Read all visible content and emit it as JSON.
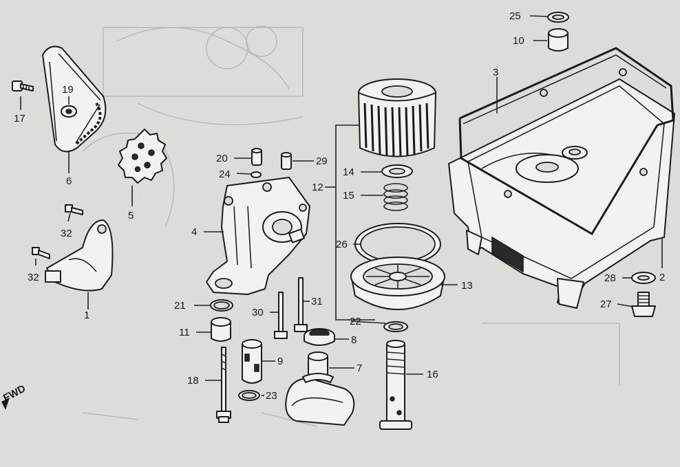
{
  "callouts": {
    "c1": "1",
    "c2": "2",
    "c3": "3",
    "c4": "4",
    "c5": "5",
    "c6": "6",
    "c7": "7",
    "c8": "8",
    "c9": "9",
    "c10": "10",
    "c11": "11",
    "c12": "12",
    "c13": "13",
    "c14": "14",
    "c15": "15",
    "c16": "16",
    "c17": "17",
    "c18": "18",
    "c19": "19",
    "c20": "20",
    "c21": "21",
    "c22": "22",
    "c23": "23",
    "c24": "24",
    "c25": "25",
    "c26": "26",
    "c27": "27",
    "c28": "28",
    "c29": "29",
    "c30": "30",
    "c31": "31",
    "c32a": "32",
    "c32b": "32"
  },
  "direction_marker": {
    "text": "FWD"
  },
  "colors": {
    "paper": "#dcdcd8",
    "ink": "#1b1b1b",
    "ghost": "#b8b8b4"
  }
}
